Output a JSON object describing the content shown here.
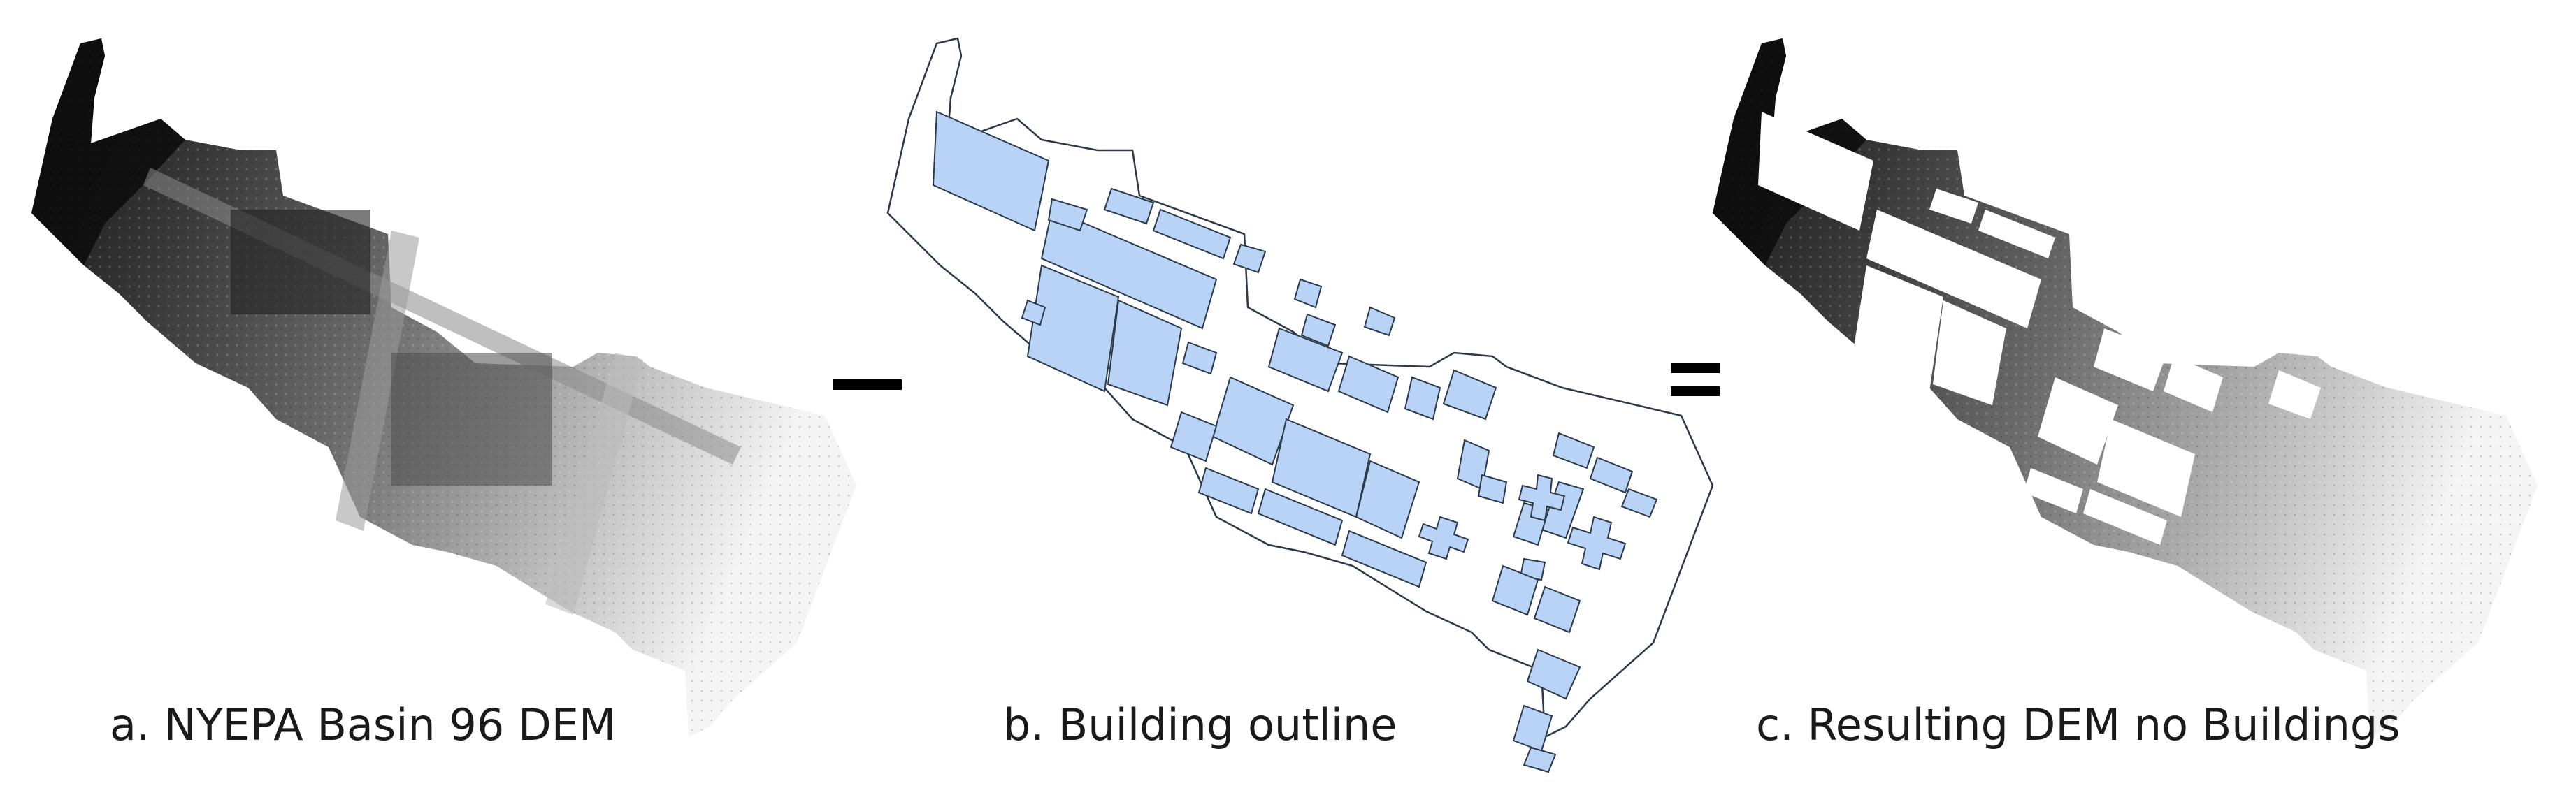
{
  "panels": [
    {
      "id": "a",
      "caption": "a. NYEPA Basin 96 DEM",
      "kind": "elevation-raster"
    },
    {
      "id": "b",
      "caption": "b. Building outline",
      "kind": "building-footprints",
      "fill_color": "#b8d3f5",
      "stroke_color": "#2b3a4a"
    },
    {
      "id": "c",
      "caption": "c. Resulting DEM no Buildings",
      "kind": "elevation-raster-buildings-removed"
    }
  ],
  "operators": [
    {
      "id": "minus",
      "glyph": "minus-sign"
    },
    {
      "id": "equals",
      "glyph": "equals-sign"
    }
  ]
}
